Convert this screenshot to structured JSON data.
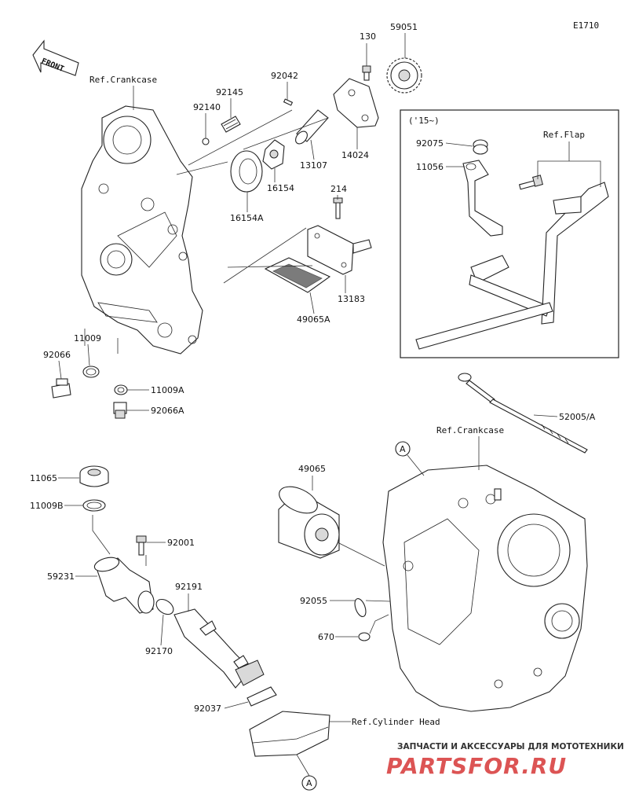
{
  "diagram_code": "E1710",
  "front_label": "FRONT",
  "variant_label": "('15~)",
  "refs": {
    "crankcase_top": "Ref.Crankcase",
    "crankcase_bottom": "Ref.Crankcase",
    "flap": "Ref.Flap",
    "cylinder_head": "Ref.Cylinder Head"
  },
  "circle_marker": "A",
  "parts": {
    "p130": "130",
    "p59051": "59051",
    "p92042": "92042",
    "p92145": "92145",
    "p92140": "92140",
    "p14024": "14024",
    "p13107": "13107",
    "p16154": "16154",
    "p16154A": "16154A",
    "p214": "214",
    "p13183": "13183",
    "p49065A": "49065A",
    "p11009": "11009",
    "p92066": "92066",
    "p11009A": "11009A",
    "p92066A": "92066A",
    "p92075": "92075",
    "p11056": "11056",
    "p52005A": "52005/A",
    "p49065": "49065",
    "p11065": "11065",
    "p11009B": "11009B",
    "p92001": "92001",
    "p59231": "59231",
    "p92191": "92191",
    "p92170": "92170",
    "p92055": "92055",
    "p670": "670",
    "p92037": "92037"
  },
  "watermark": {
    "caption": "ЗАПЧАСТИ И АКСЕССУАРЫ ДЛЯ МОТОТЕХНИКИ",
    "logo_text": "PARTSFOR.RU",
    "color": "#d42a2a"
  }
}
